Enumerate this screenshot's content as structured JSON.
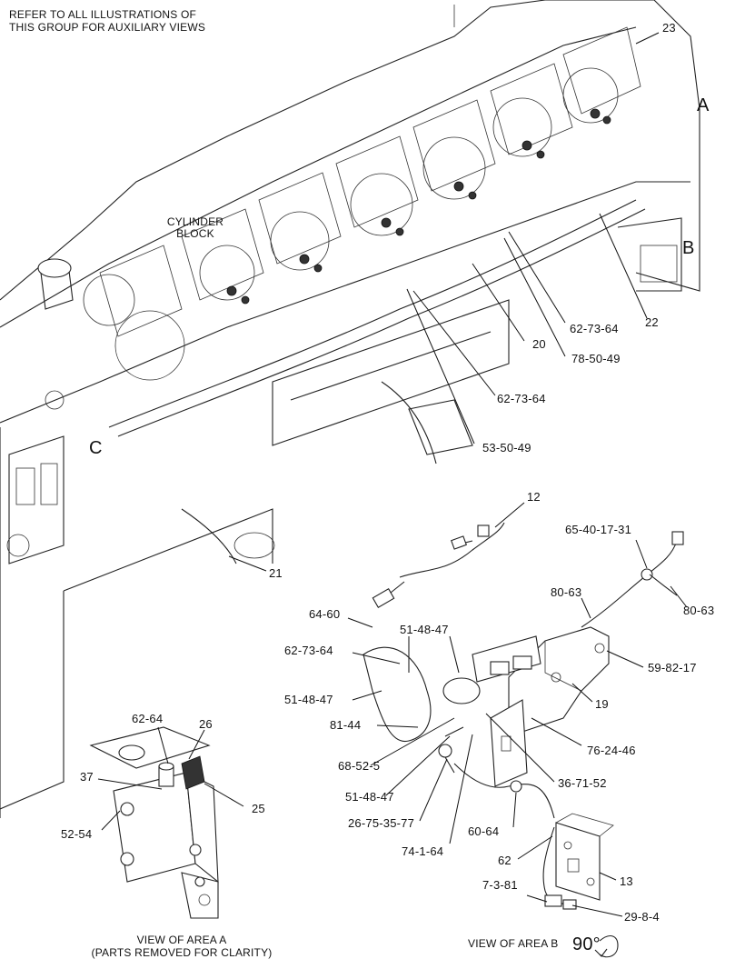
{
  "header": {
    "note_line1": "REFER TO ALL ILLUSTRATIONS OF",
    "note_line2": "THIS GROUP FOR AUXILIARY VIEWS"
  },
  "main_view": {
    "cylinder_block_line1": "CYLINDER",
    "cylinder_block_line2": "BLOCK",
    "area_a": "A",
    "area_b": "B",
    "area_c": "C",
    "callouts": {
      "c23": "23",
      "c22": "22",
      "c20": "20",
      "c21": "21",
      "c62_73_64_upper": "62-73-64",
      "c78_50_49": "78-50-49",
      "c62_73_64_lower": "62-73-64",
      "c53_50_49": "53-50-49"
    }
  },
  "view_b": {
    "caption": "VIEW OF AREA B",
    "rotation": "90°",
    "callouts": {
      "c12": "12",
      "c65_40_17_31": "65-40-17-31",
      "c80_63_left": "80-63",
      "c80_63_right": "80-63",
      "c64_60": "64-60",
      "c51_48_47_top": "51-48-47",
      "c62_73_64": "62-73-64",
      "c59_82_17": "59-82-17",
      "c51_48_47_mid": "51-48-47",
      "c19": "19",
      "c81_44": "81-44",
      "c76_24_46": "76-24-46",
      "c68_52_5": "68-52-5",
      "c36_71_52": "36-71-52",
      "c51_48_47_low": "51-48-47",
      "c26_75_35_77": "26-75-35-77",
      "c60_64": "60-64",
      "c74_1_64": "74-1-64",
      "c62": "62",
      "c13": "13",
      "c7_3_81": "7-3-81",
      "c29_8_4": "29-8-4"
    }
  },
  "view_a": {
    "caption_line1": "VIEW OF AREA A",
    "caption_line2": "(PARTS REMOVED FOR CLARITY)",
    "callouts": {
      "c62_64": "62-64",
      "c26": "26",
      "c37": "37",
      "c25": "25",
      "c52_54": "52-54"
    }
  }
}
